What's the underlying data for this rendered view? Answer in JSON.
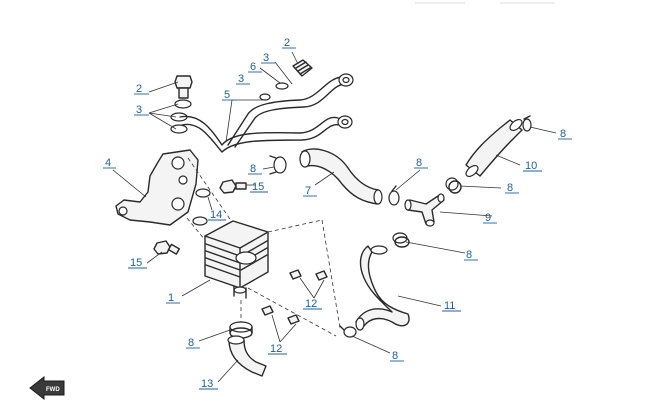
{
  "callouts": {
    "c1": "1",
    "c2a": "2",
    "c2b": "2",
    "c3a": "3",
    "c3b": "3",
    "c3c": "3",
    "c4": "4",
    "c5": "5",
    "c6": "6",
    "c7": "7",
    "c8a": "8",
    "c8b": "8",
    "c8c": "8",
    "c8d": "8",
    "c8e": "8",
    "c8f": "8",
    "c8g": "8",
    "c9": "9",
    "c10": "10",
    "c11": "11",
    "c12a": "12",
    "c12b": "12",
    "c13": "13",
    "c14": "14",
    "c15a": "15",
    "c15b": "15"
  },
  "fwd_label": "FWD",
  "colors": {
    "callout": "#1f5f9e",
    "line": "#2a2a2a"
  }
}
